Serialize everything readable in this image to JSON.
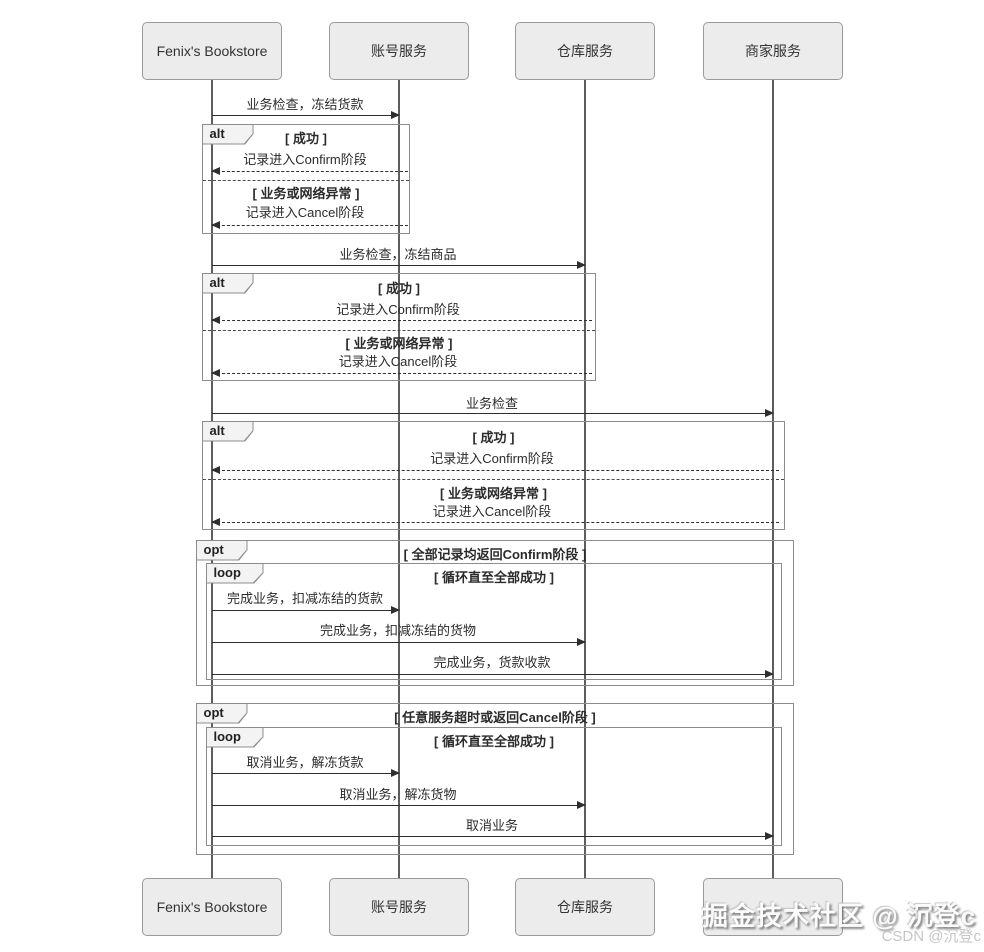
{
  "participants": {
    "top": [
      "Fenix's Bookstore",
      "账号服务",
      "仓库服务",
      "商家服务"
    ],
    "bottom": [
      "Fenix's Bookstore",
      "账号服务",
      "仓库服务",
      ""
    ]
  },
  "frame_labels": {
    "alt": "alt",
    "opt": "opt",
    "loop": "loop"
  },
  "guards": {
    "success": "[ 成功 ]",
    "error": "[ 业务或网络异常 ]",
    "all_confirm": "[ 全部记录均返回Confirm阶段 ]",
    "loop_until_success": "[ 循环直至全部成功 ]",
    "any_cancel": "[ 任意服务超时或返回Cancel阶段 ]"
  },
  "messages": {
    "check_freeze_funds": "业务检查，冻结货款",
    "check_freeze_goods": "业务检查，冻结商品",
    "check": "业务检查",
    "enter_confirm": "记录进入Confirm阶段",
    "enter_cancel": "记录进入Cancel阶段",
    "done_deduct_funds": "完成业务，扣减冻结的货款",
    "done_deduct_goods": "完成业务，扣减冻结的货物",
    "done_collect_payment": "完成业务，货款收款",
    "cancel_unfreeze_funds": "取消业务，解冻货款",
    "cancel_unfreeze_goods": "取消业务，解冻货物",
    "cancel_business": "取消业务"
  },
  "watermark": {
    "main": "掘金技术社区 @ 沉登c",
    "sub": "CSDN @沉登c"
  },
  "colors": {
    "participant_fill": "#ececec",
    "participant_border": "#9a9a9a",
    "frame_border": "#8c8c8c",
    "tag_fill": "#f3f3f3",
    "line": "#2e2e2e"
  }
}
